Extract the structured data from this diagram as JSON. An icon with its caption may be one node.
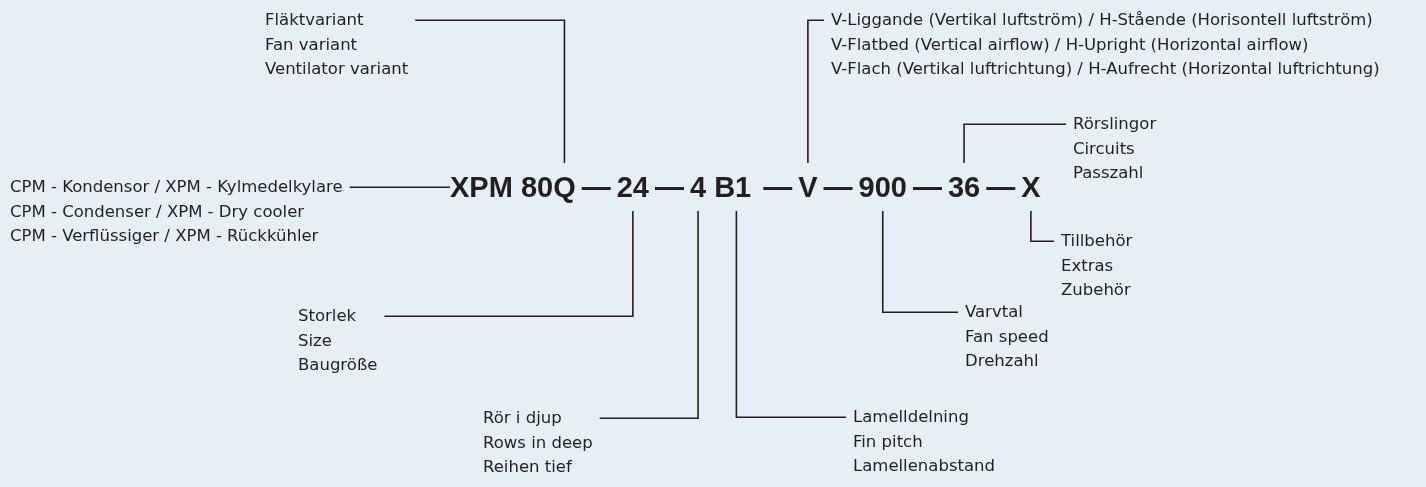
{
  "diagram": {
    "nodes": [
      {
        "text": [
          "Fläktvariant",
          "Fan variant",
          "Ventilator variant"
        ]
      },
      {
        "text": [
          "V-Liggande (Vertikal luftström) / H-Stående (Horisontell luftström)",
          "V-Flatbed (Vertical airflow) / H-Upright (Horizontal airflow)",
          "V-Flach (Vertikal luftrichtung) / H-Aufrecht (Horizontal luftrichtung)"
        ]
      },
      {
        "text": [
          "Rörslingor",
          "Circuits",
          "Passzahl"
        ]
      },
      {
        "text": [
          "CPM - Kondensor / XPM - Kylmedelkylare",
          "CPM - Condenser / XPM - Dry cooler",
          "CPM - Verflüssiger / XPM - Rückkühler"
        ]
      },
      {
        "text": [
          "XPM 80"
        ]
      },
      {
        "text": [
          "Q"
        ]
      },
      {
        "text": [
          "24"
        ]
      },
      {
        "text": [
          "4"
        ]
      },
      {
        "text": [
          "B1"
        ]
      },
      {
        "text": [
          "V"
        ]
      },
      {
        "text": [
          "900"
        ]
      },
      {
        "text": [
          "36"
        ]
      },
      {
        "text": [
          "X"
        ]
      },
      {
        "text": [
          "Tillbehör",
          "Extras",
          "Zubehör"
        ]
      },
      {
        "text": [
          "Varvtal",
          "Fan speed",
          "Drehzahl"
        ]
      },
      {
        "text": [
          "Storlek",
          "Size",
          "Baugröße"
        ]
      },
      {
        "text": [
          "Rör i djup",
          "Rows in deep",
          "Reihen tief"
        ]
      },
      {
        "text": [
          "Lamelldelning",
          "Fin pitch",
          "Lamellenabstand"
        ]
      }
    ],
    "edges": [
      {
        "from": 0,
        "to": 5,
        "arrow": "none"
      },
      {
        "from": 1,
        "to": 9,
        "arrow": "none"
      },
      {
        "from": 2,
        "to": 11,
        "arrow": "none"
      },
      {
        "from": 3,
        "to": 4,
        "arrow": "none"
      },
      {
        "from": 15,
        "to": 6,
        "arrow": "none"
      },
      {
        "from": 16,
        "to": 7,
        "arrow": "none"
      },
      {
        "from": 17,
        "to": 8,
        "arrow": "none"
      },
      {
        "from": 14,
        "to": 10,
        "arrow": "none"
      },
      {
        "from": 13,
        "to": 12,
        "arrow": "none"
      }
    ],
    "labels": [
      "—",
      "—",
      "—",
      "—",
      "—",
      "—"
    ]
  }
}
